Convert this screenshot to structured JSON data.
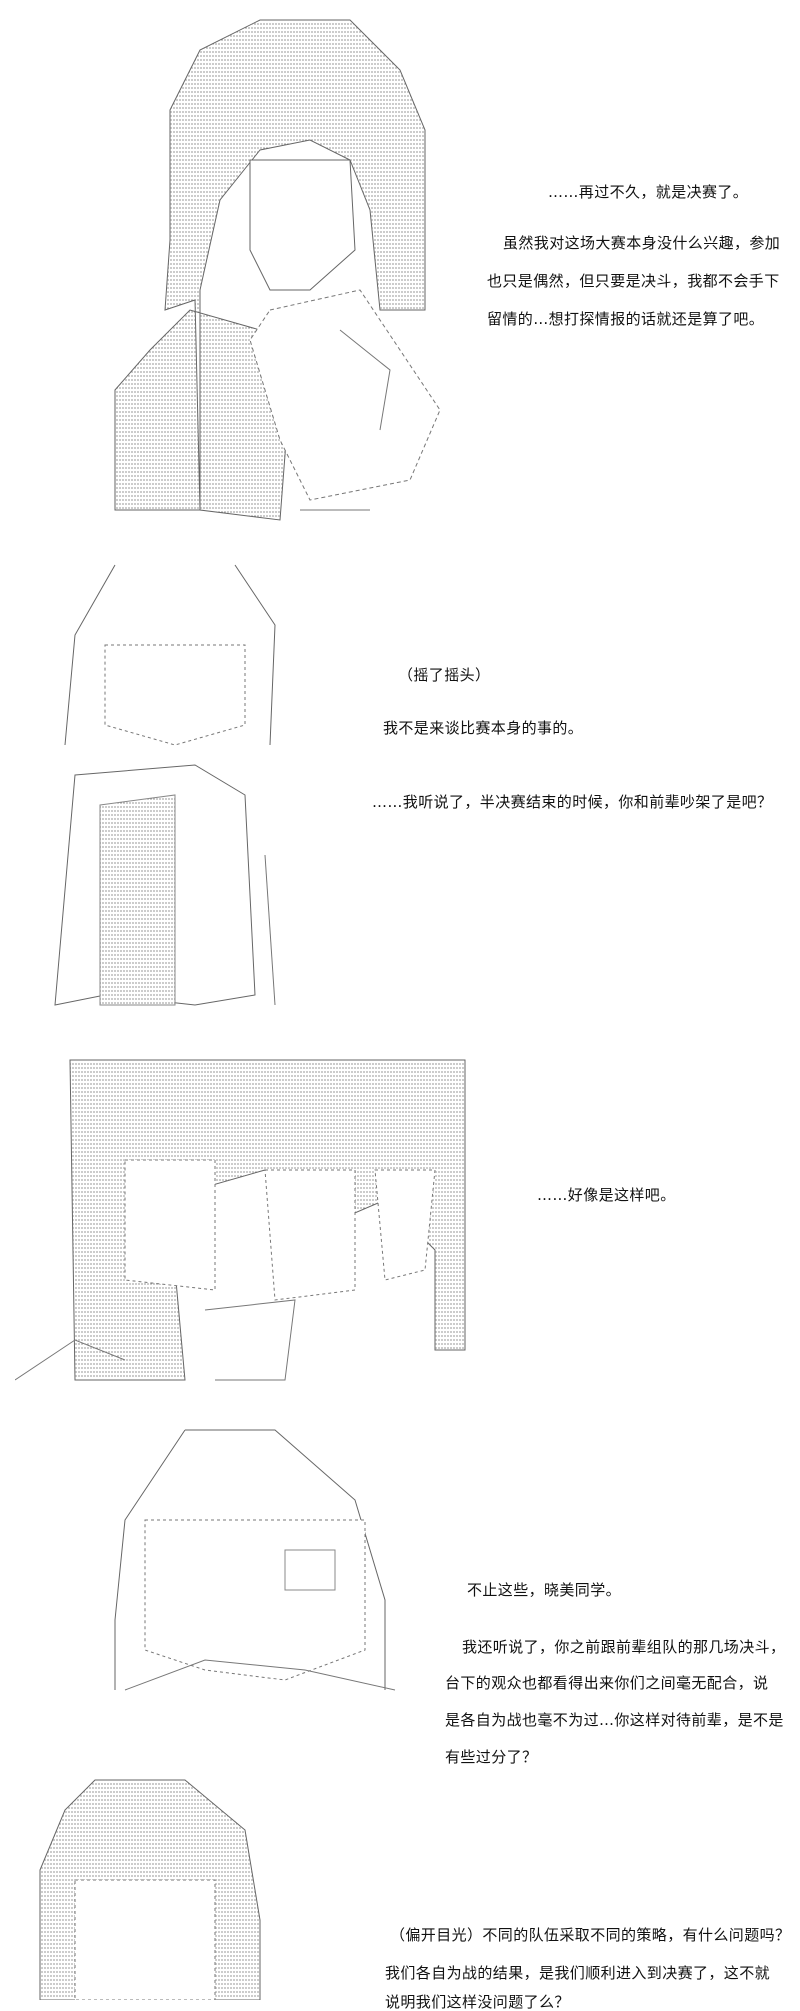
{
  "panels": [
    {
      "lines": [
        "……再过不久，就是决赛了。",
        "虽然我对这场大赛本身没什么兴趣，参加",
        "也只是偶然，但只要是决斗，我都不会手下",
        "留情的…想打探情报的话就还是算了吧。"
      ]
    },
    {
      "lines": [
        "（摇了摇头）",
        "我不是来谈比赛本身的事的。",
        "……我听说了，半决赛结束的时候，你和前辈吵架了是吧？"
      ]
    },
    {
      "lines": [
        "……好像是这样吧。"
      ]
    },
    {
      "lines": [
        "不止这些，晓美同学。",
        "我还听说了，你之前跟前辈组队的那几场决斗，",
        "台下的观众也都看得出来你们之间毫无配合，说",
        "是各自为战也毫不为过…你这样对待前辈，是不是",
        "有些过分了？"
      ]
    },
    {
      "lines": [
        "（偏开目光）不同的队伍采取不同的策略，有什么问题吗？",
        "我们各自为战的结果，是我们顺利进入到决赛了，这不就",
        "说明我们这样没问题了么？"
      ]
    }
  ],
  "colors": {
    "text": "#111111",
    "art": "#555555",
    "hatch": "#9a9a9a"
  }
}
